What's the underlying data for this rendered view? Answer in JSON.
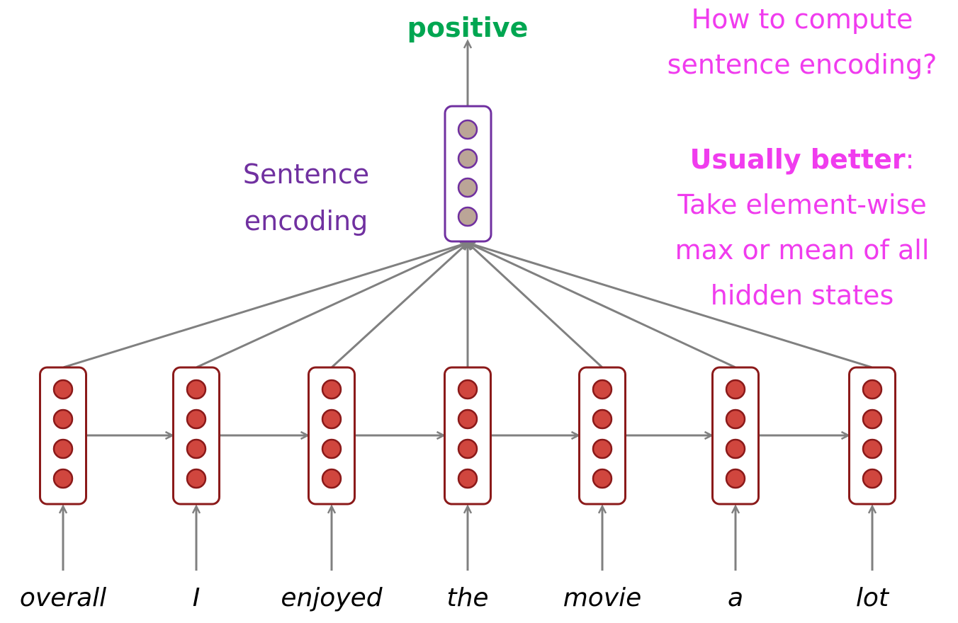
{
  "diagram": {
    "output_label": "positive",
    "encoding_label_line1": "Sentence",
    "encoding_label_line2": "encoding",
    "question_line1": "How to compute",
    "question_line2": "sentence encoding?",
    "answer_bold": "Usually better",
    "answer_colon": ":",
    "answer_line2": "Take element-wise",
    "answer_line3": "max or mean of all",
    "answer_line4": "hidden states",
    "words": [
      "overall",
      "I",
      "enjoyed",
      "the",
      "movie",
      "a",
      "lot"
    ],
    "colors": {
      "arrow": "#808080",
      "rnn_border": "#8b1a1a",
      "rnn_neuron": "#d0463e",
      "encoding_border": "#7030a0",
      "encoding_neuron": "#bba597",
      "output_text": "#00a651",
      "encoding_text": "#7030a0",
      "note_text": "#f03cee"
    }
  }
}
